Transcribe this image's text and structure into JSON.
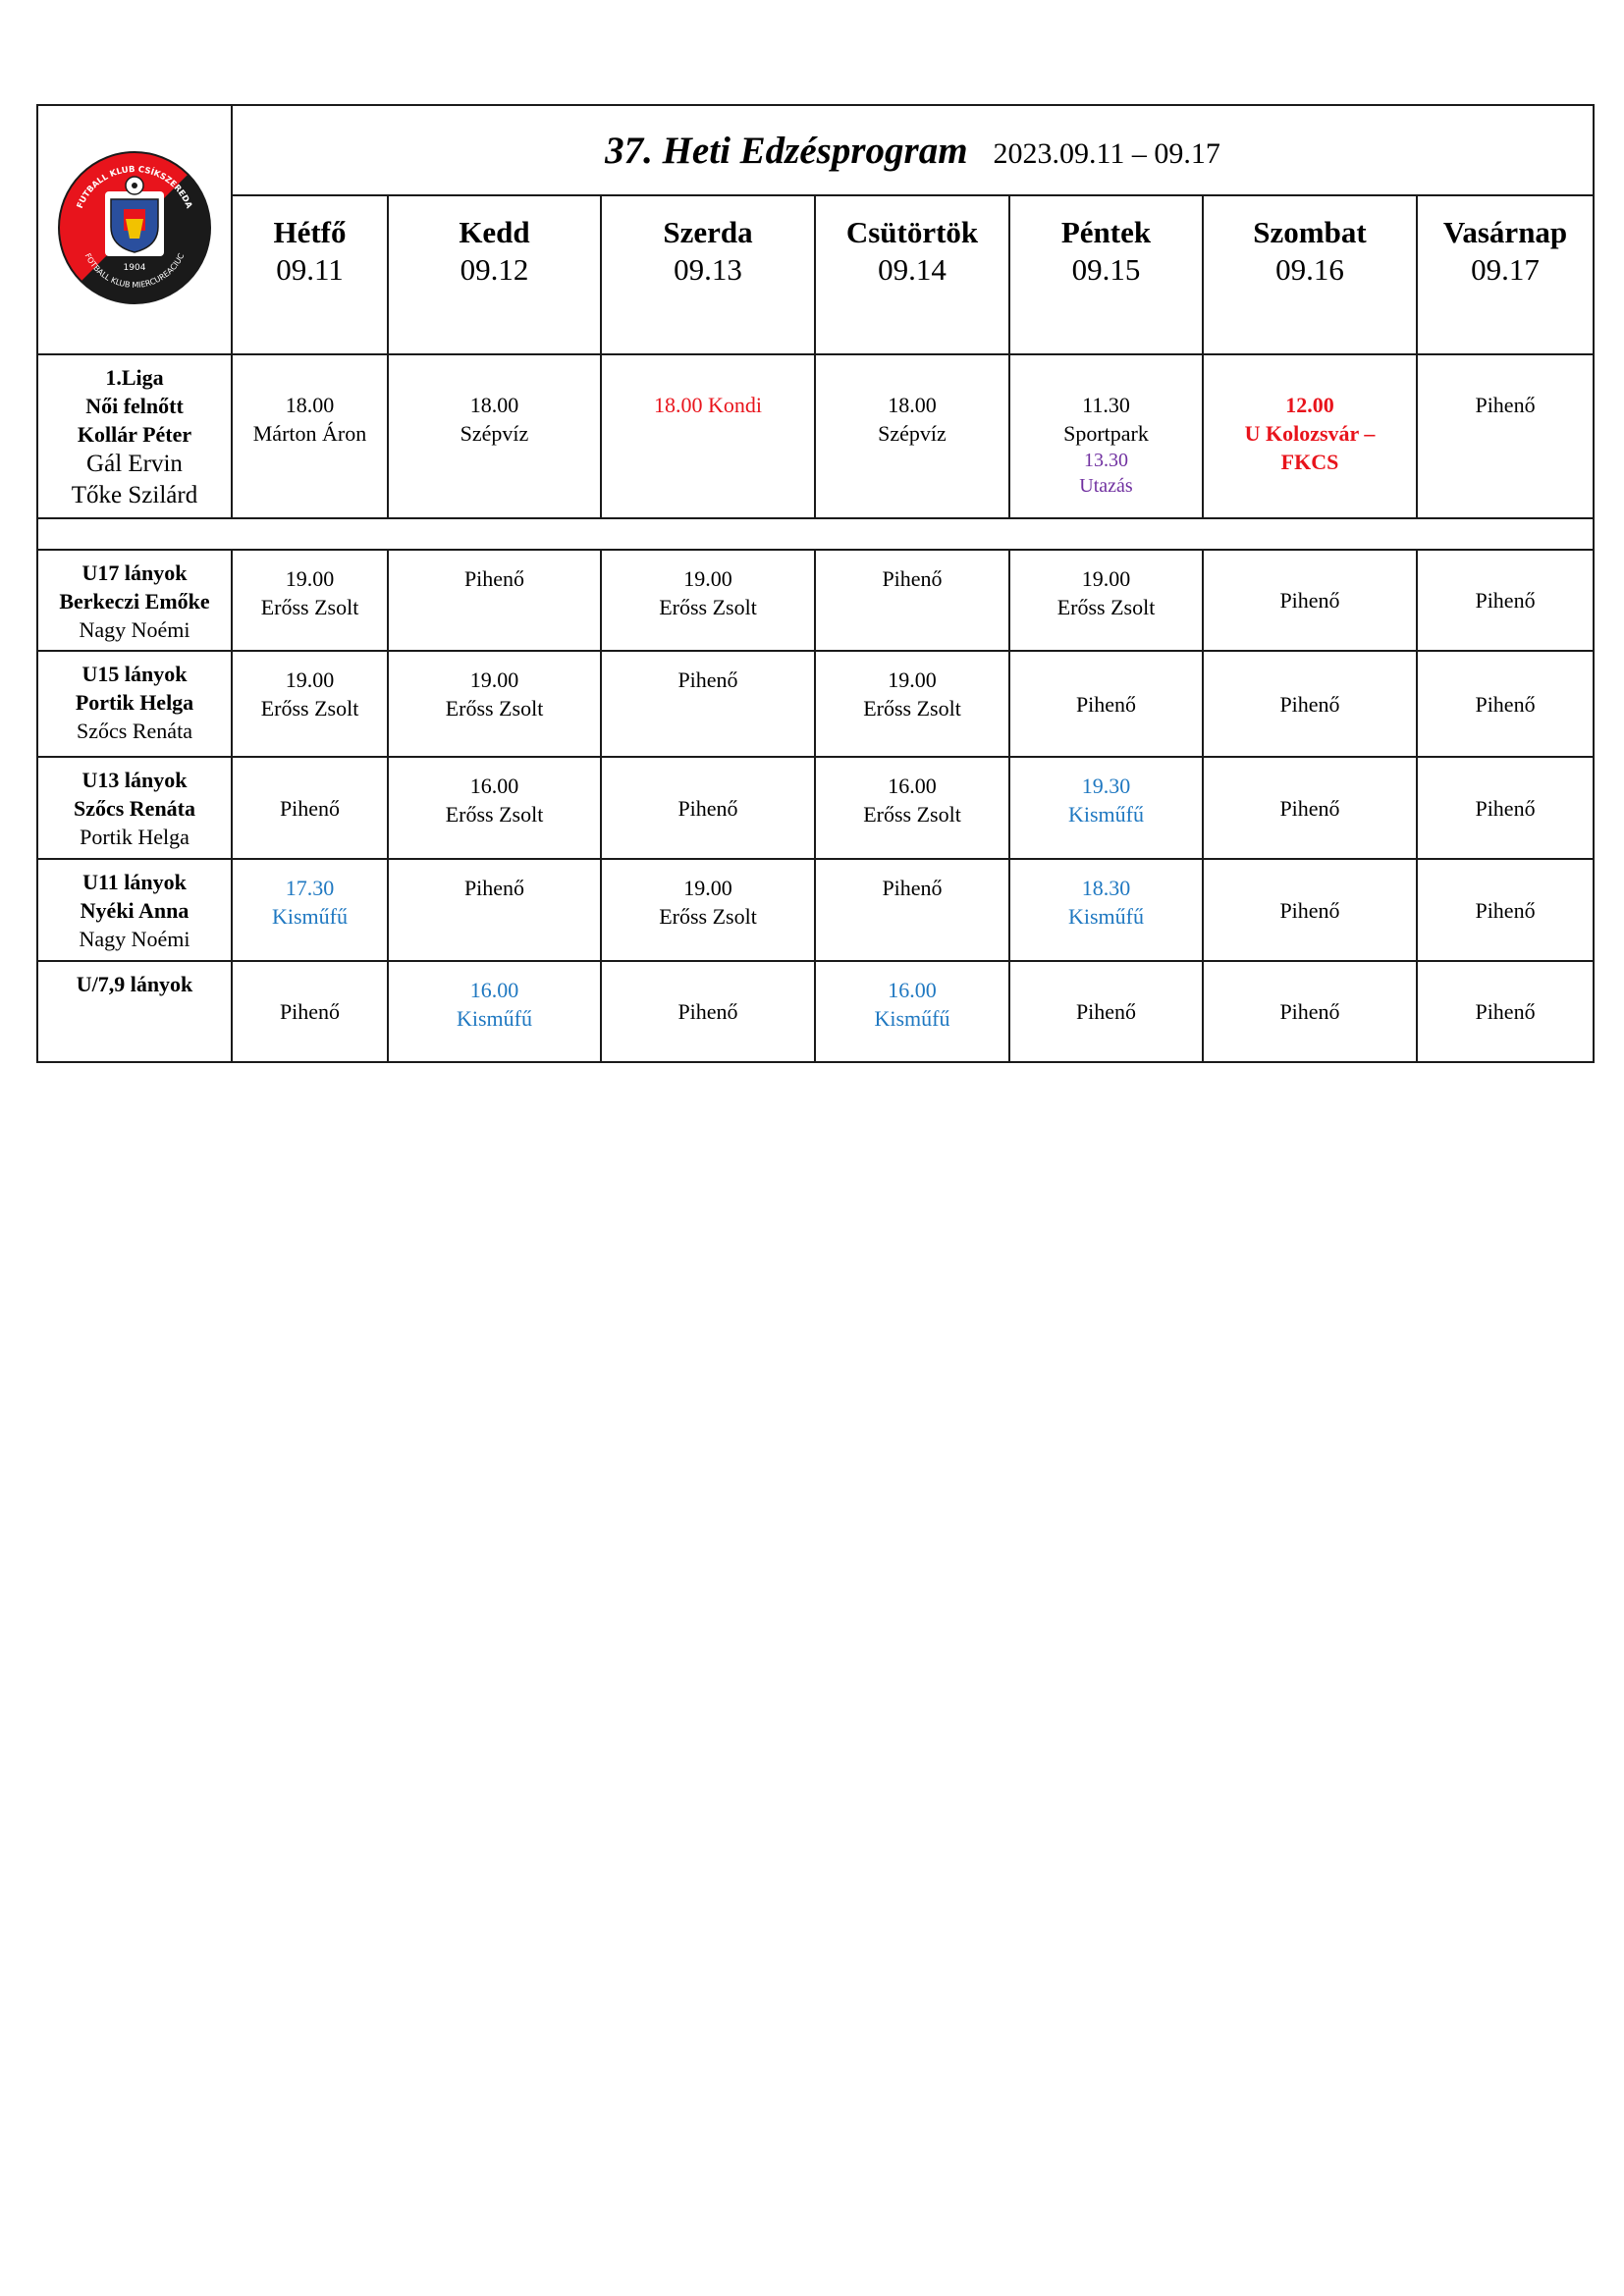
{
  "header": {
    "title": "37. Heti Edzésprogram",
    "date_range": "2023.09.11 – 09.17"
  },
  "logo": {
    "top_text": "FUTBALL KLUB CSÍKSZEREDA",
    "bottom_text": "FOTBALL KLUB MIERCUREACIUC",
    "year": "1904",
    "colors": {
      "red": "#e8141c",
      "black": "#1a1a1a",
      "blue": "#2a4f9e"
    }
  },
  "days": [
    {
      "name": "Hétfő",
      "date": "09.11"
    },
    {
      "name": "Kedd",
      "date": "09.12"
    },
    {
      "name": "Szerda",
      "date": "09.13"
    },
    {
      "name": "Csütörtök",
      "date": "09.14"
    },
    {
      "name": "Péntek",
      "date": "09.15"
    },
    {
      "name": "Szombat",
      "date": "09.16"
    },
    {
      "name": "Vasárnap",
      "date": "09.17"
    }
  ],
  "liga": {
    "league": "1.Liga",
    "team": "Női felnőtt",
    "coach1": "Kollár Péter",
    "coach2": "Gál Ervin",
    "coach3": "Tőke Szilárd",
    "mon": {
      "time": "18.00",
      "place": "Márton Áron"
    },
    "tue": {
      "time": "18.00",
      "place": "Szépvíz"
    },
    "wed": {
      "text": "18.00 Kondi"
    },
    "thu": {
      "time": "18.00",
      "place": "Szépvíz"
    },
    "fri": {
      "time": "11.30",
      "place": "Sportpark",
      "travel_time": "13.30",
      "travel": "Utazás"
    },
    "sat": {
      "time": "12.00",
      "match_line1": "U Kolozsvár –",
      "match_line2": "FKCS"
    },
    "sun": {
      "text": "Pihenő"
    }
  },
  "u17": {
    "team": "U17 lányok",
    "coach1": "Berkeczi Emőke",
    "coach2": "Nagy Noémi",
    "mon": {
      "time": "19.00",
      "place": "Erőss Zsolt"
    },
    "tue": {
      "text": "Pihenő"
    },
    "wed": {
      "time": "19.00",
      "place": "Erőss Zsolt"
    },
    "thu": {
      "text": "Pihenő"
    },
    "fri": {
      "time": "19.00",
      "place": "Erőss Zsolt"
    },
    "sat": {
      "text": "Pihenő"
    },
    "sun": {
      "text": "Pihenő"
    }
  },
  "u15": {
    "team": "U15 lányok",
    "coach1": "Portik Helga",
    "coach2": "Szőcs Renáta",
    "mon": {
      "time": "19.00",
      "place": "Erőss Zsolt"
    },
    "tue": {
      "time": "19.00",
      "place": "Erőss Zsolt"
    },
    "wed": {
      "text": "Pihenő"
    },
    "thu": {
      "time": "19.00",
      "place": "Erőss Zsolt"
    },
    "fri": {
      "text": "Pihenő"
    },
    "sat": {
      "text": "Pihenő"
    },
    "sun": {
      "text": "Pihenő"
    }
  },
  "u13": {
    "team": "U13 lányok",
    "coach1": "Szőcs Renáta",
    "coach2": "Portik Helga",
    "mon": {
      "text": "Pihenő"
    },
    "tue": {
      "time": "16.00",
      "place": "Erőss Zsolt"
    },
    "wed": {
      "text": "Pihenő"
    },
    "thu": {
      "time": "16.00",
      "place": "Erőss Zsolt"
    },
    "fri": {
      "time": "19.30",
      "place": "Kisműfű"
    },
    "sat": {
      "text": "Pihenő"
    },
    "sun": {
      "text": "Pihenő"
    }
  },
  "u11": {
    "team": "U11 lányok",
    "coach1": "Nyéki Anna",
    "coach2": "Nagy Noémi",
    "mon": {
      "time": "17.30",
      "place": "Kisműfű"
    },
    "tue": {
      "text": "Pihenő"
    },
    "wed": {
      "time": "19.00",
      "place": "Erőss Zsolt"
    },
    "thu": {
      "text": "Pihenő"
    },
    "fri": {
      "time": "18.30",
      "place": "Kisműfű"
    },
    "sat": {
      "text": "Pihenő"
    },
    "sun": {
      "text": "Pihenő"
    }
  },
  "u79": {
    "team": "U/7,9 lányok",
    "mon": {
      "text": "Pihenő"
    },
    "tue": {
      "time": "16.00",
      "place": "Kisműfű"
    },
    "wed": {
      "text": "Pihenő"
    },
    "thu": {
      "time": "16.00",
      "place": "Kisműfű"
    },
    "fri": {
      "text": "Pihenő"
    },
    "sat": {
      "text": "Pihenő"
    },
    "sun": {
      "text": "Pihenő"
    }
  }
}
